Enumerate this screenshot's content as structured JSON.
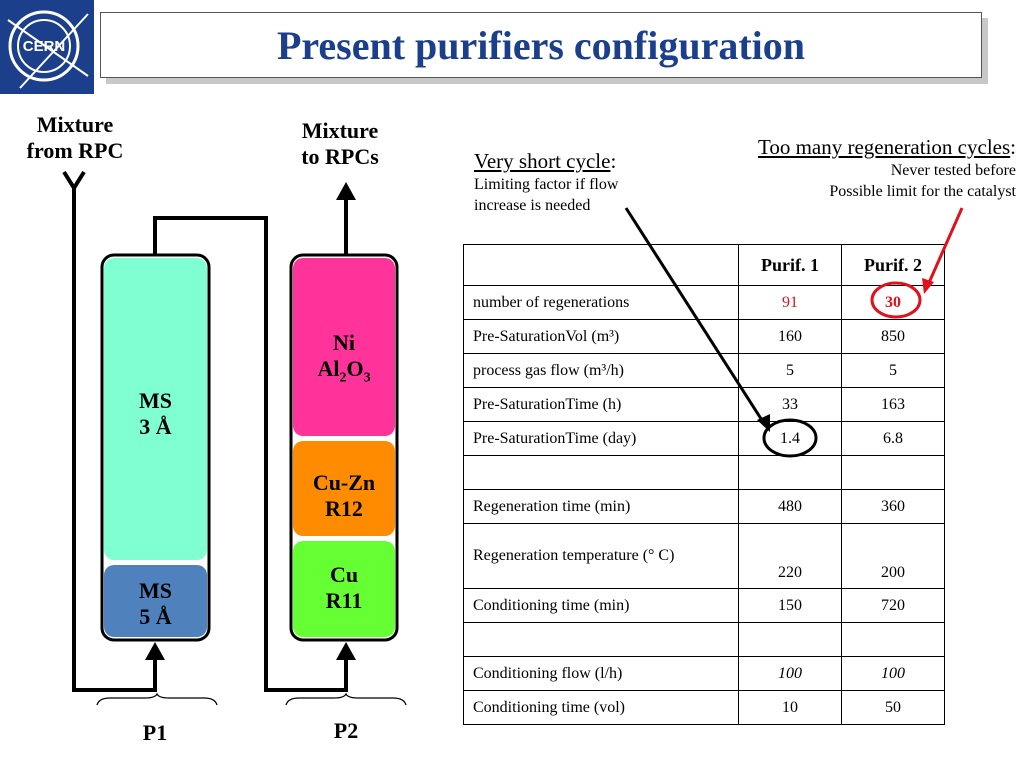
{
  "title": "Present purifiers configuration",
  "logo": {
    "text": "CERN"
  },
  "diagram": {
    "inlet_label": "Mixture\nfrom RPC",
    "outlet_label": "Mixture\nto RPCs",
    "p1_label": "P1",
    "p2_label": "P2",
    "p1_top": {
      "line1": "MS",
      "line2": "3 Å",
      "color": "#80ffd2"
    },
    "p1_bottom": {
      "line1": "MS",
      "line2": "5 Å",
      "color": "#4f81bd"
    },
    "p2_top": {
      "line1": "Ni",
      "line2": "Al2O3",
      "color": "#ff3399"
    },
    "p2_mid": {
      "line1": "Cu-Zn",
      "line2": "R12",
      "color": "#ff8c00"
    },
    "p2_bottom": {
      "line1": "Cu",
      "line2": "R11",
      "color": "#66ff33"
    }
  },
  "notes": {
    "short_cycle_head": "Very short cycle",
    "short_cycle_line1": "Limiting factor if flow",
    "short_cycle_line2": "increase is needed",
    "regen_head": "Too many regeneration cycles",
    "regen_line1": "Never tested before",
    "regen_line2": "Possible limit for the catalyst"
  },
  "table": {
    "headers": [
      "",
      "Purif. 1",
      "Purif. 2"
    ],
    "rows": [
      [
        "number of regenerations",
        "91",
        "30"
      ],
      [
        "Pre-SaturationVol (m³)",
        "160",
        "850"
      ],
      [
        "process gas flow (m³/h)",
        "5",
        "5"
      ],
      [
        "Pre-SaturationTime (h)",
        "33",
        "163"
      ],
      [
        "Pre-SaturationTime (day)",
        "1.4",
        "6.8"
      ],
      [
        "",
        "",
        ""
      ],
      [
        "Regeneration time (min)",
        "480",
        "360"
      ],
      [
        "Regeneration temperature (° C)",
        "220",
        "200"
      ],
      [
        "Conditioning time (min)",
        "150",
        "720"
      ],
      [
        "",
        "",
        ""
      ],
      [
        "Conditioning flow (l/h)",
        "100",
        "100"
      ],
      [
        "Conditioning time (vol)",
        "10",
        "50"
      ]
    ]
  },
  "colors": {
    "title": "#1c3f8c",
    "highlight": "#e0101c"
  }
}
